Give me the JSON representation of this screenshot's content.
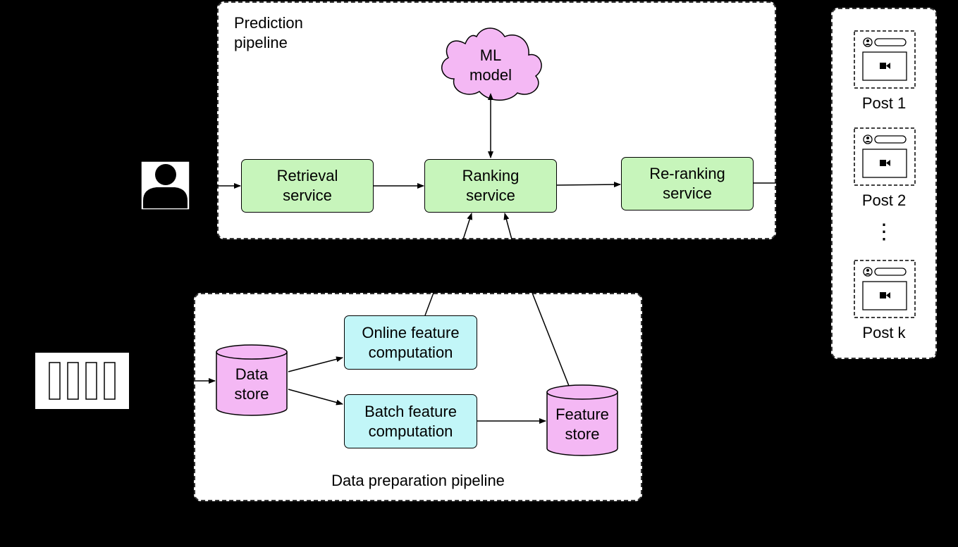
{
  "prediction_pipeline": {
    "title": "Prediction\npipeline",
    "ml_model": "ML\nmodel",
    "retrieval": "Retrieval\nservice",
    "ranking": "Ranking\nservice",
    "reranking": "Re-ranking\nservice"
  },
  "data_pipeline": {
    "title": "Data preparation pipeline",
    "data_store": "Data\nstore",
    "online": "Online feature\ncomputation",
    "batch": "Batch feature\ncomputation",
    "feature_store": "Feature\nstore"
  },
  "feed": {
    "posts": [
      "Post 1",
      "Post 2",
      "Post k"
    ],
    "ellipsis": "⋮"
  },
  "colors": {
    "service_fill": "#c7f5bb",
    "computation_fill": "#c2f6f8",
    "storage_fill": "#f4b8f4"
  }
}
